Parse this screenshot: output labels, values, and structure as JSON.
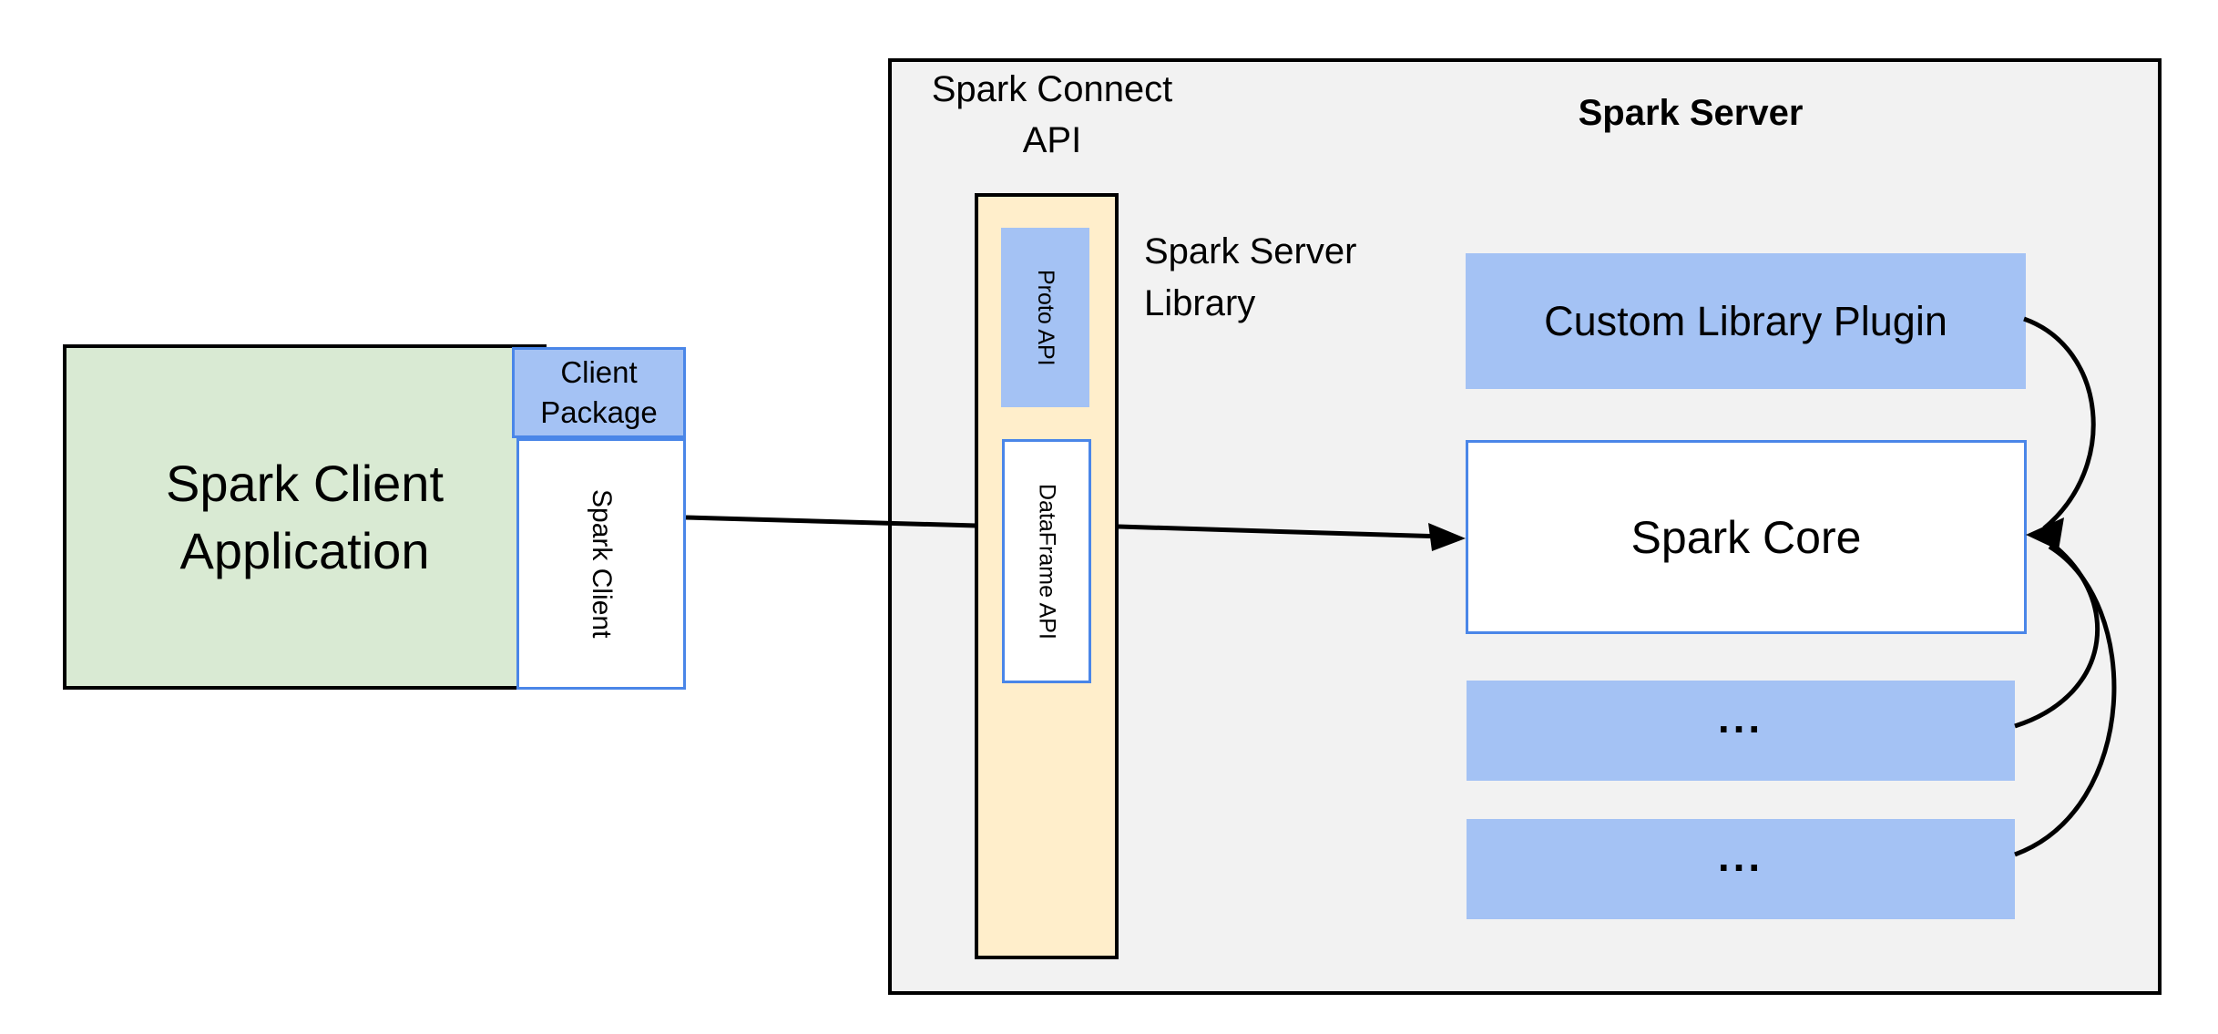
{
  "colors": {
    "blue_fill": "#a4c2f4",
    "blue_border": "#4a86e8",
    "green_fill": "#d9ead3",
    "yellow_fill": "#ffeecb",
    "container_fill": "#f2f2f2",
    "line_color": "#000000"
  },
  "client": {
    "app_line1": "Spark Client",
    "app_line2": "Application",
    "package_line1": "Client",
    "package_line2": "Package",
    "spark_client": "Spark Client"
  },
  "connect": {
    "title_line1": "Spark Connect",
    "title_line2": "API",
    "proto_api": "Proto API",
    "dataframe_api": "DataFrame API",
    "library_line1": "Spark Server",
    "library_line2": "Library"
  },
  "server": {
    "title": "Spark Server",
    "plugin": "Custom Library Plugin",
    "core": "Spark Core",
    "ellipsis1": "...",
    "ellipsis2": "..."
  }
}
